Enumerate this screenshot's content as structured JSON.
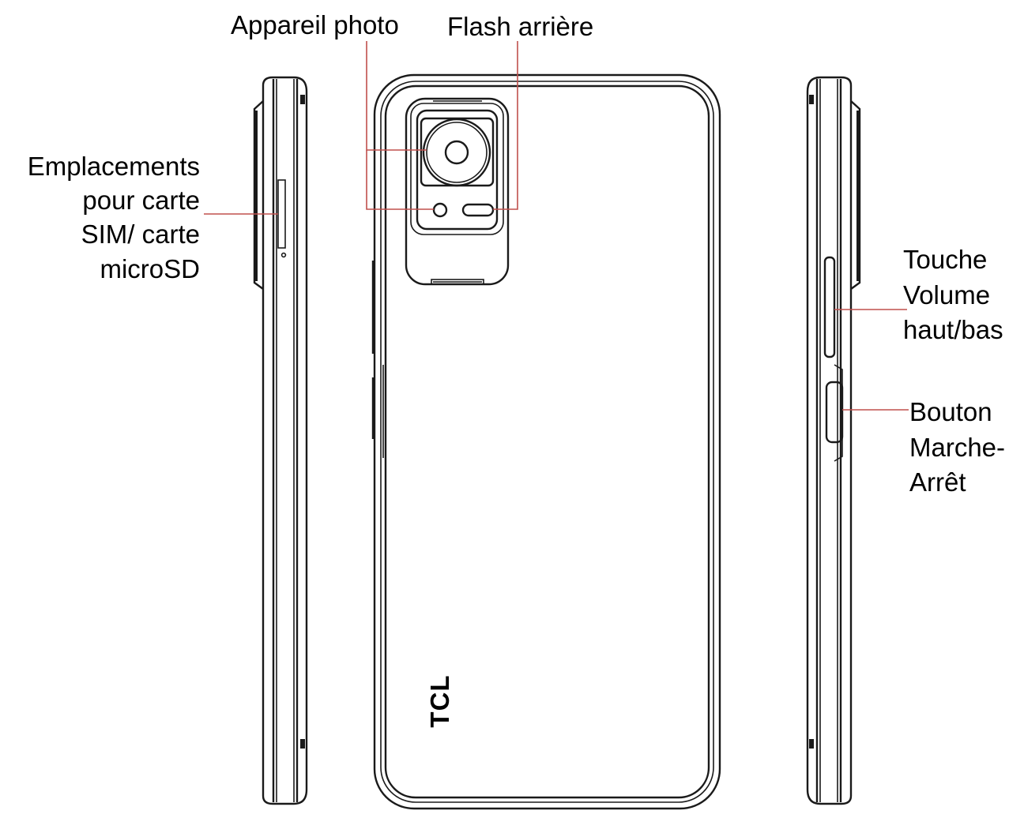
{
  "labels": {
    "camera": "Appareil photo",
    "flash": "Flash arrière",
    "sim_slot": [
      "Emplacements",
      "pour carte",
      "SIM/ carte",
      "microSD"
    ],
    "volume_key": [
      "Touche",
      "Volume",
      "haut/bas"
    ],
    "power_button": [
      "Bouton",
      "Marche-",
      "Arrêt"
    ]
  },
  "brand": "TCL",
  "colors": {
    "leader_line": "#c0504d",
    "outline": "#1a1a1a"
  }
}
